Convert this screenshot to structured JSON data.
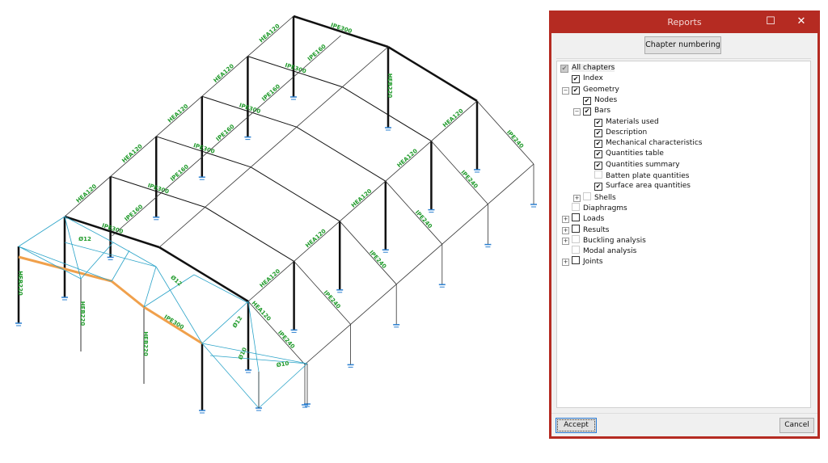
{
  "dialog": {
    "title": "Reports",
    "chapter_numbering": "Chapter numbering",
    "accept": "Accept",
    "cancel": "Cancel",
    "tree": [
      {
        "label": "All chapters",
        "level": 0,
        "state": "gray",
        "expander": ""
      },
      {
        "label": "Index",
        "level": 1,
        "state": "checked",
        "expander": ""
      },
      {
        "label": "Geometry",
        "level": 1,
        "state": "checked",
        "expander": "-"
      },
      {
        "label": "Nodes",
        "level": 2,
        "state": "checked",
        "expander": ""
      },
      {
        "label": "Bars",
        "level": 2,
        "state": "checked",
        "expander": "-"
      },
      {
        "label": "Materials used",
        "level": 3,
        "state": "checked",
        "expander": ""
      },
      {
        "label": "Description",
        "level": 3,
        "state": "checked",
        "expander": ""
      },
      {
        "label": "Mechanical characteristics",
        "level": 3,
        "state": "checked",
        "expander": ""
      },
      {
        "label": "Quantities table",
        "level": 3,
        "state": "checked",
        "expander": ""
      },
      {
        "label": "Quantities summary",
        "level": 3,
        "state": "checked",
        "expander": ""
      },
      {
        "label": "Batten plate quantities",
        "level": 3,
        "state": "disabled",
        "expander": ""
      },
      {
        "label": "Surface area quantities",
        "level": 3,
        "state": "checked",
        "expander": ""
      },
      {
        "label": "Shells",
        "level": 2,
        "state": "disabled",
        "expander": "+"
      },
      {
        "label": "Diaphragms",
        "level": 1,
        "state": "disabled",
        "expander": ""
      },
      {
        "label": "Loads",
        "level": 1,
        "state": "unchecked",
        "expander": "+"
      },
      {
        "label": "Results",
        "level": 1,
        "state": "unchecked",
        "expander": "+"
      },
      {
        "label": "Buckling analysis",
        "level": 1,
        "state": "disabled",
        "expander": "+"
      },
      {
        "label": "Modal analysis",
        "level": 1,
        "state": "disabled",
        "expander": ""
      },
      {
        "label": "Joints",
        "level": 1,
        "state": "unchecked",
        "expander": "+"
      }
    ]
  },
  "model": {
    "colors": {
      "frame": "#111111",
      "beam": "#333333",
      "bracing": "#2aa3c8",
      "selected": "#f0a04b",
      "label": "#1f9a2a",
      "support": "#2a7fd0"
    },
    "labels": {
      "column": "HEB220",
      "rafter": "IPE300",
      "purlin": "HEA120",
      "eave": "IPE160",
      "secondary": "IPE240",
      "brace12": "Ø12",
      "brace10": "Ø10",
      "selected": "IPE300"
    }
  }
}
